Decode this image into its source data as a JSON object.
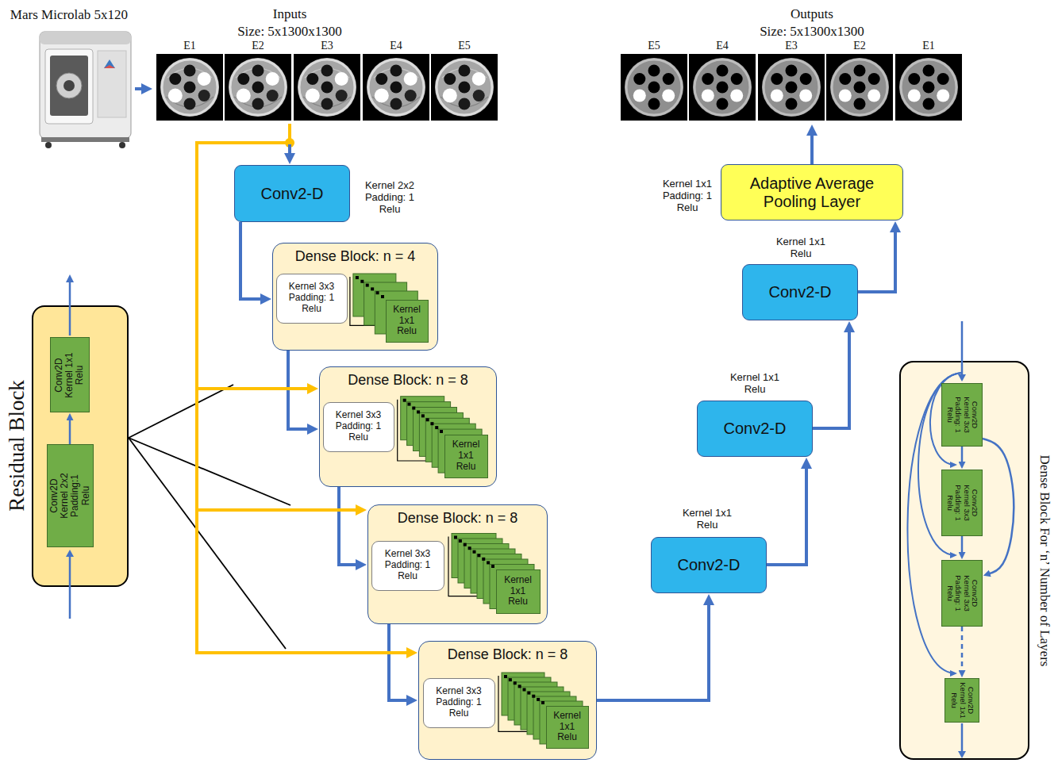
{
  "diagram": {
    "nodes": [
      {
        "text": [
          "Mars Microlab 5x120"
        ]
      },
      {
        "text": [
          "Inputs",
          "Size: 5x1300x1300"
        ]
      },
      {
        "text": [
          "E1"
        ],
        "in": 1
      },
      {
        "text": [
          "E2"
        ],
        "in": 1
      },
      {
        "text": [
          "E3"
        ],
        "in": 1
      },
      {
        "text": [
          "E4"
        ],
        "in": 1
      },
      {
        "text": [
          "E5"
        ],
        "in": 1
      },
      {
        "text": [
          "Conv2-D",
          "Kernel 2x2 Padding: 1 Relu"
        ]
      },
      {
        "text": [
          "Dense Block: n = 4"
        ]
      },
      {
        "text": [
          "Kernel 3x3 Padding: 1 Relu"
        ],
        "in": 8
      },
      {
        "text": [
          "Kernel 1x1 Relu"
        ],
        "in": 8
      },
      {
        "text": [
          "Dense Block: n = 8"
        ]
      },
      {
        "text": [
          "Kernel 3x3 Padding: 1 Relu"
        ],
        "in": 11
      },
      {
        "text": [
          "Kernel 1x1 Relu"
        ],
        "in": 11
      },
      {
        "text": [
          "Dense Block: n = 8"
        ]
      },
      {
        "text": [
          "Kernel 3x3 Padding: 1 Relu"
        ],
        "in": 14
      },
      {
        "text": [
          "Kernel 1x1 Relu"
        ],
        "in": 14
      },
      {
        "text": [
          "Dense Block: n = 8"
        ]
      },
      {
        "text": [
          "Kernel 3x3 Padding: 1 Relu"
        ],
        "in": 17
      },
      {
        "text": [
          "Kernel 1x1 Relu"
        ],
        "in": 17
      },
      {
        "text": [
          "Conv2-D",
          "Kernel 1x1 Relu"
        ]
      },
      {
        "text": [
          "Conv2-D",
          "Kernel 1x1 Relu"
        ]
      },
      {
        "text": [
          "Conv2-D",
          "Kernel 1x1 Relu"
        ]
      },
      {
        "text": [
          "Adaptive Average Pooling Layer",
          "Kernel 1x1 Padding: 1 Relu"
        ]
      },
      {
        "text": [
          "Outputs",
          "Size: 5x1300x1300"
        ]
      },
      {
        "text": [
          "E5"
        ],
        "in": 24
      },
      {
        "text": [
          "E4"
        ],
        "in": 24
      },
      {
        "text": [
          "E3"
        ],
        "in": 24
      },
      {
        "text": [
          "E2"
        ],
        "in": 24
      },
      {
        "text": [
          "E1"
        ],
        "in": 24
      },
      {
        "text": [
          "Residual Block"
        ]
      },
      {
        "text": [
          "Conv2D Kernel 1x1 Relu"
        ],
        "in": 30
      },
      {
        "text": [
          "Conv2D Kernel 2x2 Padding:1 Relu"
        ],
        "in": 30
      },
      {
        "text": [
          "Dense Block For ‘n’ Number of Layers"
        ]
      },
      {
        "text": [
          "Conv2D Kernel 3x3 Padding: 1 Relu"
        ],
        "in": 33
      },
      {
        "text": [
          "Conv2D Kernel 3x3 Padding: 1 Relu"
        ],
        "in": 33
      },
      {
        "text": [
          "Conv2D Kernel 3x3 Padding: 1 Relu"
        ],
        "in": 33
      },
      {
        "text": [
          "Conv2D Kernel 1x1 Relu"
        ],
        "in": 33
      }
    ],
    "edges": [
      {
        "from": 0,
        "to": 1,
        "arrow": "to"
      },
      {
        "from": 1,
        "to": 7,
        "arrow": "to"
      },
      {
        "from": 7,
        "to": 8,
        "arrow": "to"
      },
      {
        "from": 8,
        "to": 11,
        "arrow": "to"
      },
      {
        "from": 11,
        "to": 14,
        "arrow": "to"
      },
      {
        "from": 14,
        "to": 17,
        "arrow": "to"
      },
      {
        "from": 17,
        "to": 20,
        "arrow": "to"
      },
      {
        "from": 20,
        "to": 21,
        "arrow": "to"
      },
      {
        "from": 21,
        "to": 22,
        "arrow": "to"
      },
      {
        "from": 22,
        "to": 23,
        "arrow": "to"
      },
      {
        "from": 23,
        "to": 24,
        "arrow": "to"
      },
      {
        "from": 1,
        "to": 11,
        "arrow": "to"
      },
      {
        "from": 1,
        "to": 14,
        "arrow": "to"
      },
      {
        "from": 1,
        "to": 17,
        "arrow": "to"
      },
      {
        "from": 32,
        "to": 31,
        "arrow": "to"
      },
      {
        "from": 34,
        "to": 35,
        "arrow": "to"
      },
      {
        "from": 35,
        "to": 36,
        "arrow": "to"
      },
      {
        "from": 36,
        "to": 37,
        "arrow": "to"
      },
      {
        "from": 34,
        "to": 36,
        "arrow": "to"
      }
    ]
  }
}
